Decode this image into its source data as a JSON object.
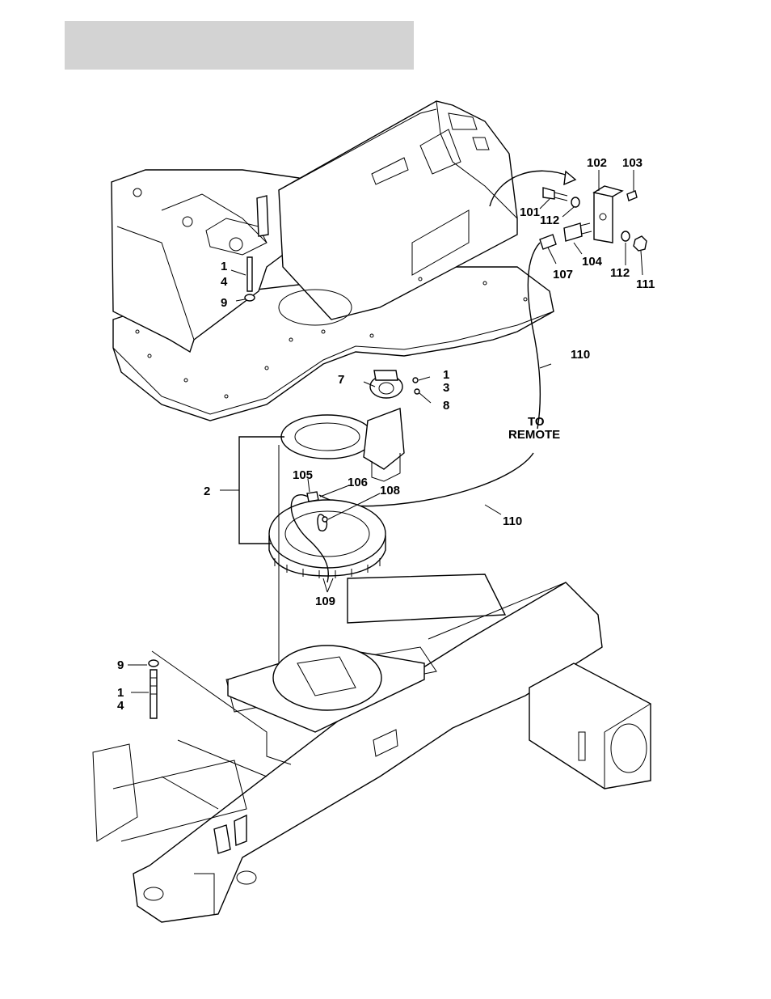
{
  "header": {
    "bar_color": "#d3d3d3",
    "text": ""
  },
  "callouts": [
    {
      "id": "c102",
      "label": "102"
    },
    {
      "id": "c103",
      "label": "103"
    },
    {
      "id": "c101",
      "label": "101"
    },
    {
      "id": "c112a",
      "label": "112"
    },
    {
      "id": "c104",
      "label": "104"
    },
    {
      "id": "c112b",
      "label": "112"
    },
    {
      "id": "c111",
      "label": "111"
    },
    {
      "id": "c107",
      "label": "107"
    },
    {
      "id": "c1a",
      "label": "1"
    },
    {
      "id": "c4a",
      "label": "4"
    },
    {
      "id": "c9a",
      "label": "9"
    },
    {
      "id": "c110a",
      "label": "110"
    },
    {
      "id": "c7",
      "label": "7"
    },
    {
      "id": "c1b",
      "label": "1"
    },
    {
      "id": "c3",
      "label": "3"
    },
    {
      "id": "c8",
      "label": "8"
    },
    {
      "id": "c_to",
      "label": "TO"
    },
    {
      "id": "c_remote",
      "label": "REMOTE"
    },
    {
      "id": "c2",
      "label": "2"
    },
    {
      "id": "c105",
      "label": "105"
    },
    {
      "id": "c106",
      "label": "106"
    },
    {
      "id": "c108",
      "label": "108"
    },
    {
      "id": "c110b",
      "label": "110"
    },
    {
      "id": "c109",
      "label": "109"
    },
    {
      "id": "c9b",
      "label": "9"
    },
    {
      "id": "c1c",
      "label": "1"
    },
    {
      "id": "c4b",
      "label": "4"
    }
  ]
}
